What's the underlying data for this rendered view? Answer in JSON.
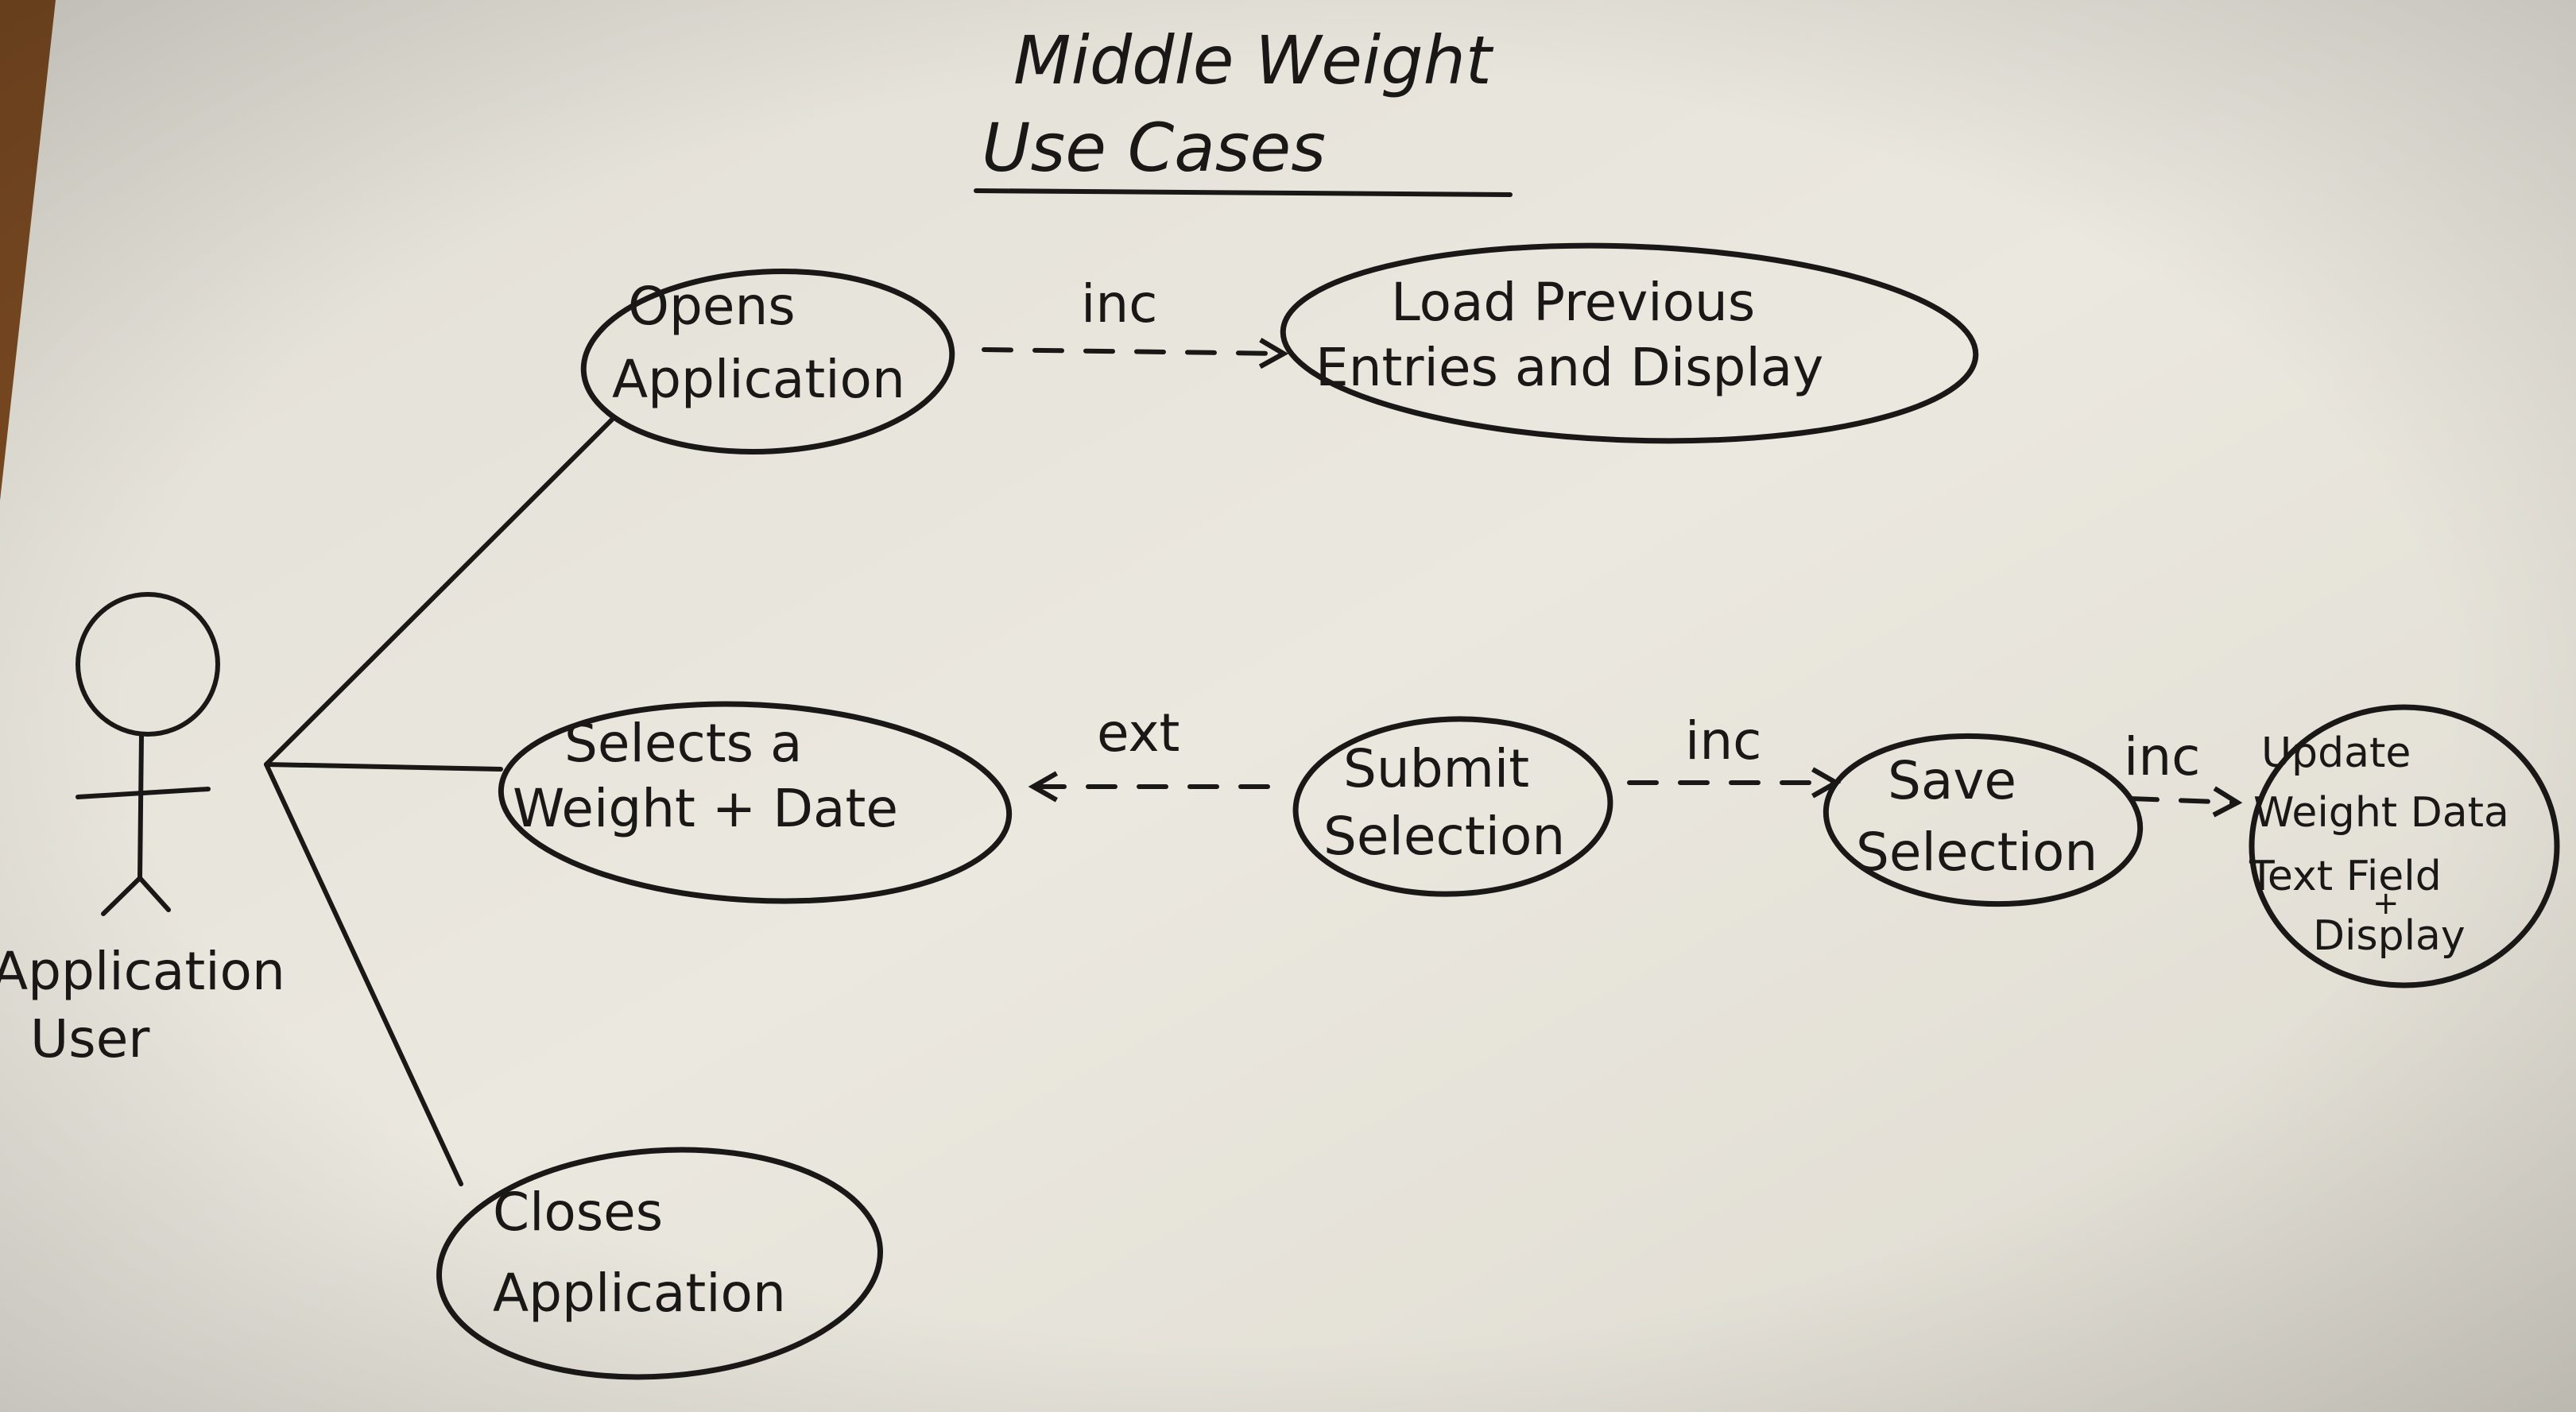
{
  "title": {
    "line1": "Middle Weight",
    "line2": "Use Cases"
  },
  "actor": {
    "line1": "Application",
    "line2": "User"
  },
  "use_cases": {
    "opens_app": {
      "line1": "Opens",
      "line2": "Application"
    },
    "load_previous": {
      "line1": "Load Previous",
      "line2": "Entries and Display"
    },
    "selects_weight": {
      "line1": "Selects a",
      "line2": "Weight + Date"
    },
    "submit_selection": {
      "line1": "Submit",
      "line2": "Selection"
    },
    "save_selection": {
      "line1": "Save",
      "line2": "Selection"
    },
    "update_weight": {
      "line1": "Update",
      "line2": "Weight Data",
      "line3": "Text Field",
      "line4": "+",
      "line5": "Display"
    },
    "closes_app": {
      "line1": "Closes",
      "line2": "Application"
    }
  },
  "relations": {
    "opens_to_load": "inc",
    "submit_to_selects": "ext",
    "submit_to_save": "inc",
    "save_to_update": "inc"
  },
  "colors": {
    "paper": "#e9e6dd",
    "ink": "#1a1816",
    "table": "#7a4a22"
  }
}
